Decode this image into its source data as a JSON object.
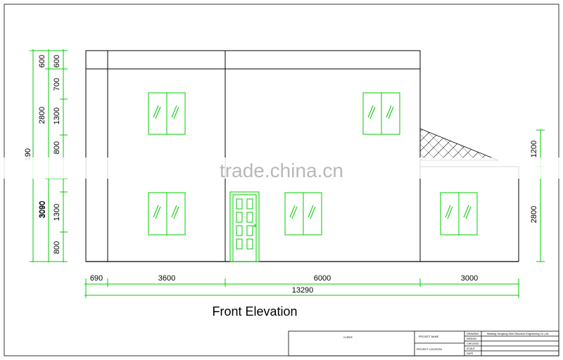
{
  "drawing": {
    "title": "Front Elevation",
    "watermark": "trade.china.cn"
  },
  "dimensions": {
    "bottom": {
      "segments": [
        "690",
        "3600",
        "6000",
        "3000"
      ],
      "total": "13290"
    },
    "left_outer": {
      "top_total": "190",
      "bottom_total": "3090"
    },
    "left_middle": {
      "upper": [
        "600",
        "2800"
      ],
      "lower": [
        "3090"
      ]
    },
    "left_inner": {
      "labels": [
        "600",
        "700",
        "1300",
        "800",
        "1300",
        "800"
      ]
    },
    "right": {
      "upper": "1200",
      "lower": "2800"
    }
  },
  "title_block": {
    "client_label": "CLIENT:",
    "project_name_label": "PROJECT NAME",
    "project_location_label": "PROJECT LOCATION",
    "drawing_label": "DRAWING",
    "design_label": "DESIGN",
    "checked_label": "CHECKED",
    "scale_label": "SCALE",
    "date_label": "DATE",
    "company": "Weifang Henglong Steel Structure Engineering Co.,Ltd."
  },
  "colors": {
    "line": "#000000",
    "opening": "#00cc00",
    "dimension": "#00cc00",
    "watermark": "#b8b8b8"
  }
}
